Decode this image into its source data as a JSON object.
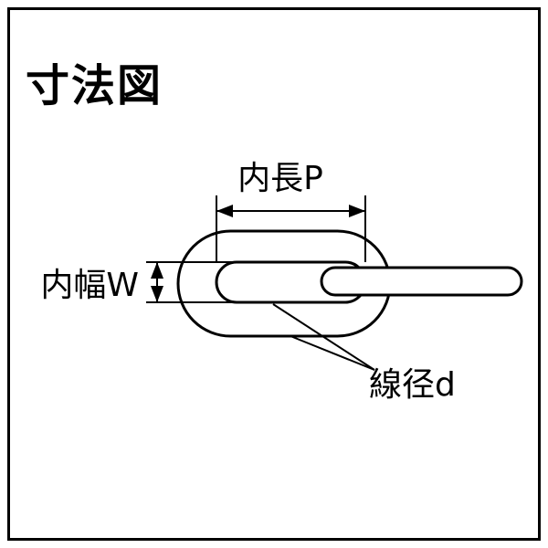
{
  "title": "寸法図",
  "labels": {
    "inner_length": "内長P",
    "inner_width": "内幅W",
    "wire_diameter": "線径d"
  },
  "colors": {
    "line": "#000000",
    "background": "#ffffff"
  }
}
